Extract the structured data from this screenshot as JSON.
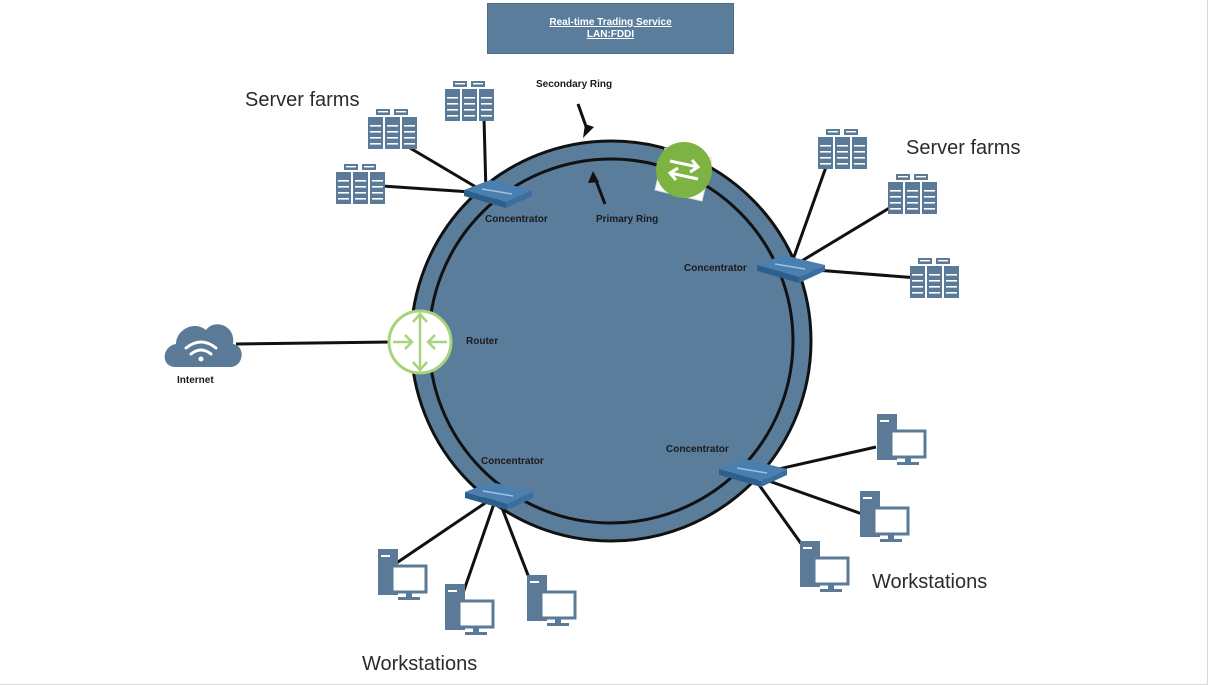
{
  "title": {
    "line1": "Real-time Trading Service",
    "line2": "LAN:FDDI"
  },
  "ring_labels": {
    "secondary": "Secondary Ring",
    "primary": "Primary Ring"
  },
  "labels": {
    "server_farms_left": "Server farms",
    "server_farms_right": "Server farms",
    "workstations_left": "Workstations",
    "workstations_right": "Workstations",
    "internet": "Internet",
    "router": "Router",
    "concentrator_top_left": "Concentrator",
    "concentrator_right": "Concentrator",
    "concentrator_bottom_left": "Concentrator",
    "concentrator_bottom_right": "Concentrator"
  },
  "colors": {
    "ring_fill": "#5b7d9c",
    "device_blue": "#5a7a97",
    "router_green": "#8bc34a",
    "cloud_blue": "#5a7a97",
    "title_bg": "#5b7d9c"
  },
  "icons": {
    "server": "server-rack-icon",
    "workstation": "desktop-computer-icon",
    "concentrator": "network-switch-icon",
    "router": "router-icon",
    "cloud": "cloud-wifi-icon",
    "transfer": "transfer-arrows-icon"
  }
}
